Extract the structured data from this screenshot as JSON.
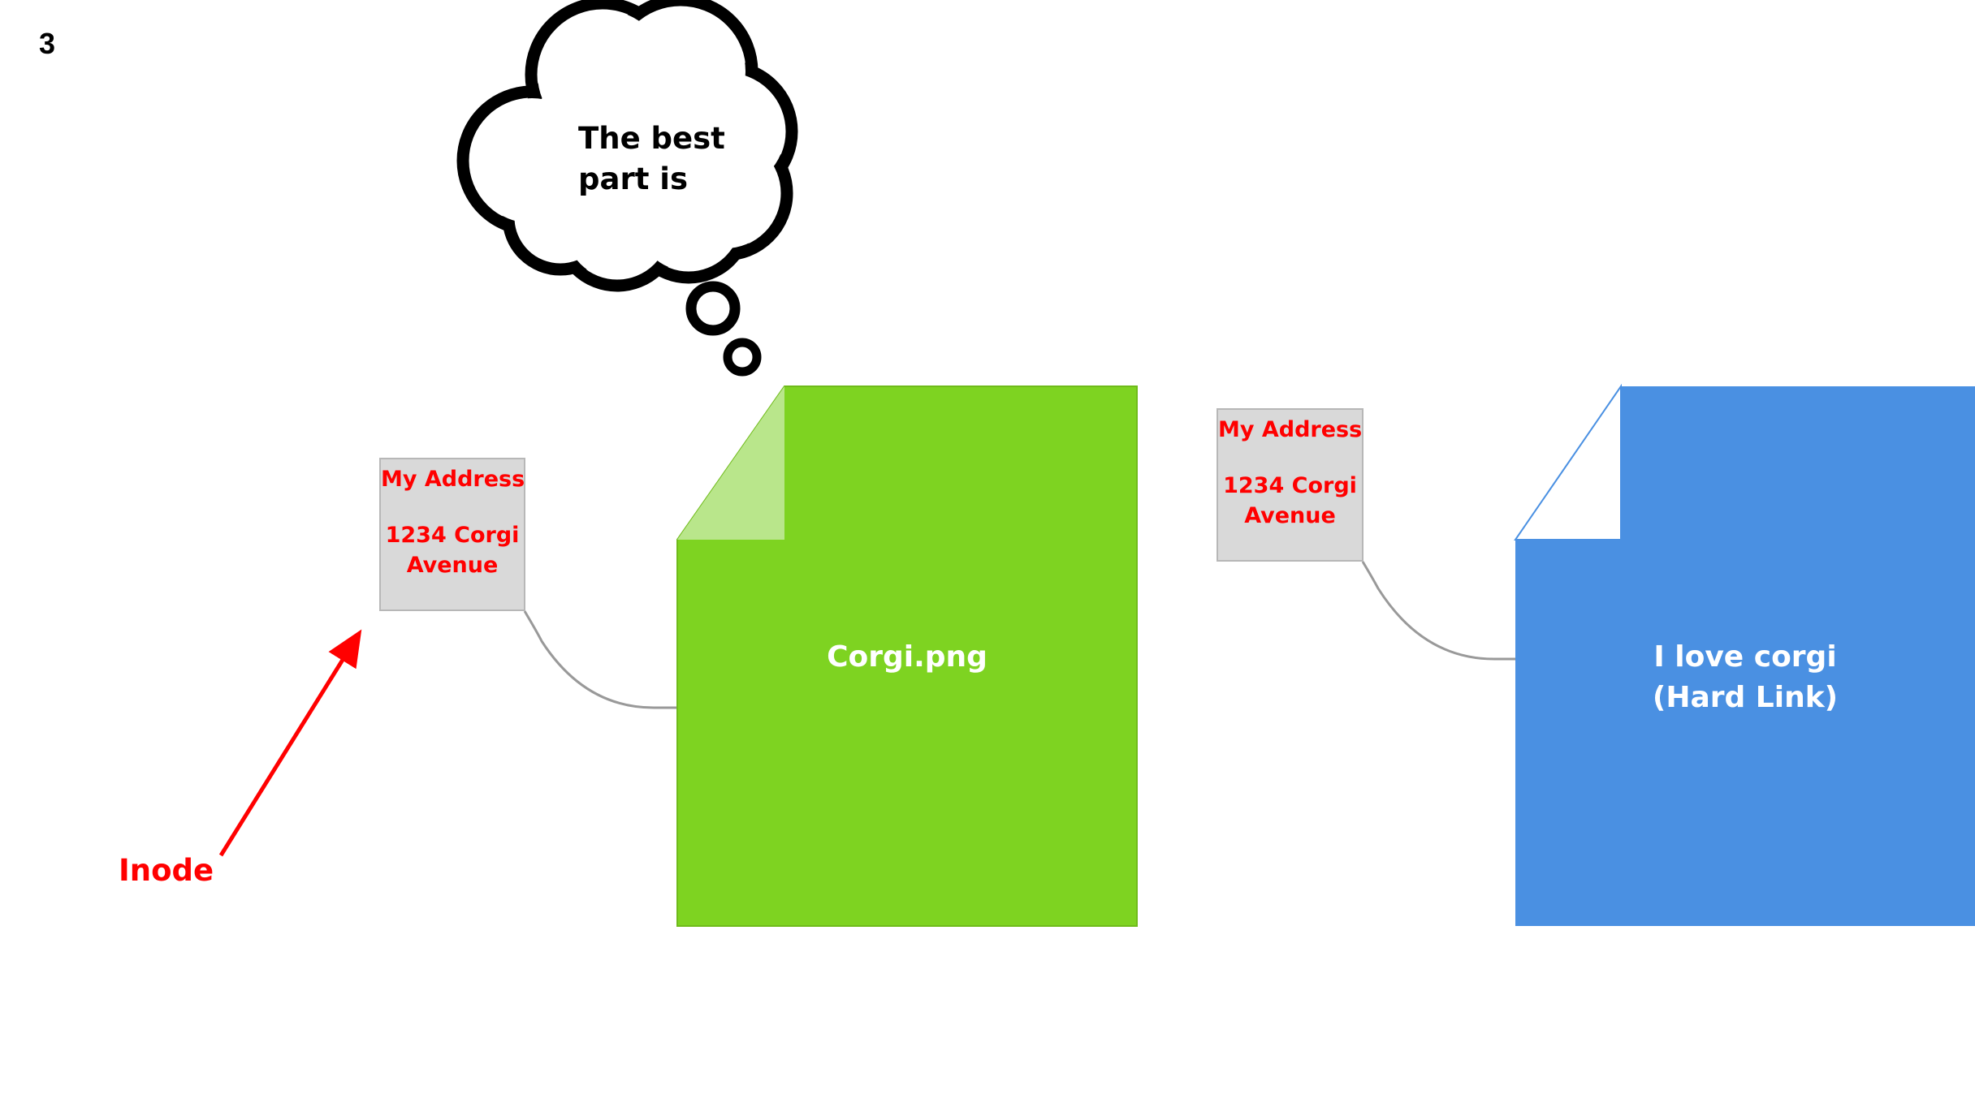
{
  "slide": {
    "number": "3"
  },
  "thought_bubble": {
    "line1": "The best",
    "line2": "part is"
  },
  "inode_label": "Inode",
  "file_original": {
    "name": "Corgi.png",
    "color": "#7ed321",
    "fold_color": "#b9e68b"
  },
  "file_hardlink": {
    "line1": "I love corgi",
    "line2": "(Hard Link)",
    "color": "#4a90e2"
  },
  "address_notes": [
    {
      "title": "My Address",
      "line1": "1234 Corgi",
      "line2": "Avenue"
    },
    {
      "title": "My Address",
      "line1": "1234 Corgi",
      "line2": "Avenue"
    }
  ],
  "colors": {
    "accent_red": "#ff0000",
    "note_bg": "#d9d9d9",
    "connector": "#999999"
  }
}
